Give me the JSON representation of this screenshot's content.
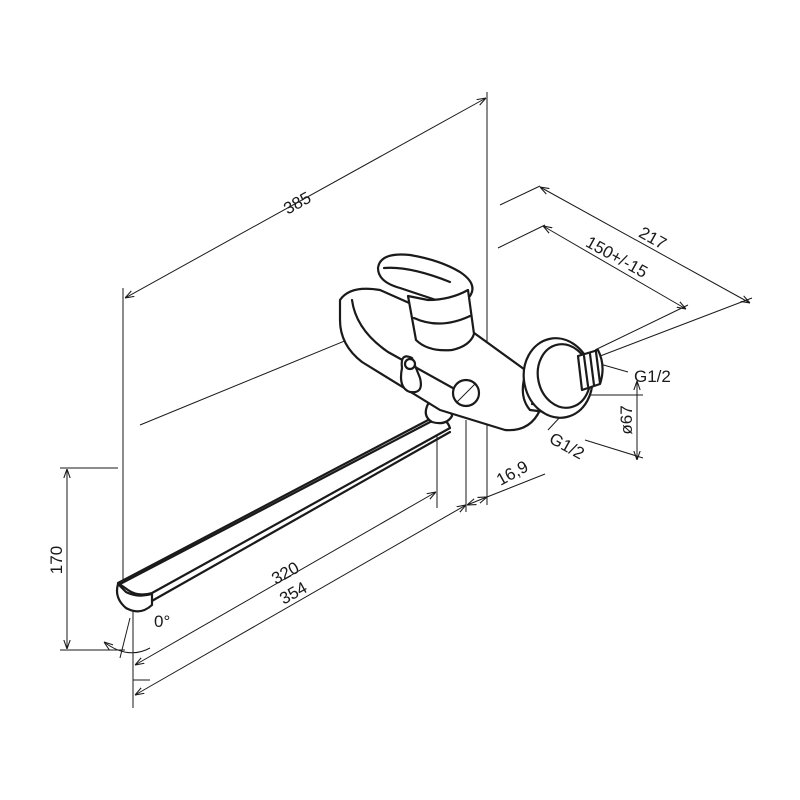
{
  "dimensions": {
    "overall_length": "385",
    "depth_total": "217",
    "depth_eccentric": "150+/-15",
    "connection_thread_wall": "G1/2",
    "flange_diameter": "ø67",
    "connection_thread_mixer": "G1/2",
    "outlet_offset": "16,9",
    "spout_length_inner": "320",
    "spout_length_outer": "354",
    "height": "170",
    "swivel_angle": "0°"
  },
  "colors": {
    "line": "#1a1a1a",
    "background": "#ffffff"
  }
}
